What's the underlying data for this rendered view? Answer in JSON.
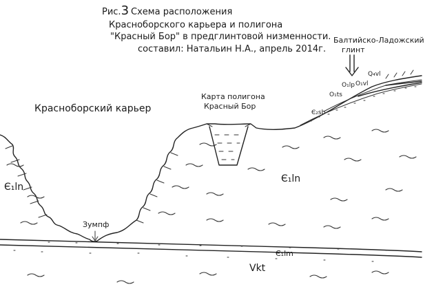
{
  "title": {
    "line1_prefix": "Рис.",
    "line1_number": "3",
    "line1_rest": "Схема расположения",
    "line2": "Красноборского карьера и полигона",
    "line3": "\"Красный Бор\" в предглинтовой низменности.",
    "line4": "составил: Натальин Н.А., апрель 2014г."
  },
  "labels": {
    "quarry_name": "Красноборский карьер",
    "polygon_line1": "Карта полигона",
    "polygon_line2": "Красный Бор",
    "klint_line1": "Балтийско-Ладожский",
    "klint_line2": "глинт",
    "sump": "Зумпф",
    "layer_left": "Є₁ln",
    "layer_center": "Є₁ln",
    "layer_lm": "Є₁lm",
    "layer_vkt": "Vkt",
    "layer_sb": "Є₂sb",
    "layer_ts": "O₁ts",
    "layer_lp": "O₁lp",
    "layer_vl": "O₁vl",
    "layer_q": "Q₄vl"
  }
}
